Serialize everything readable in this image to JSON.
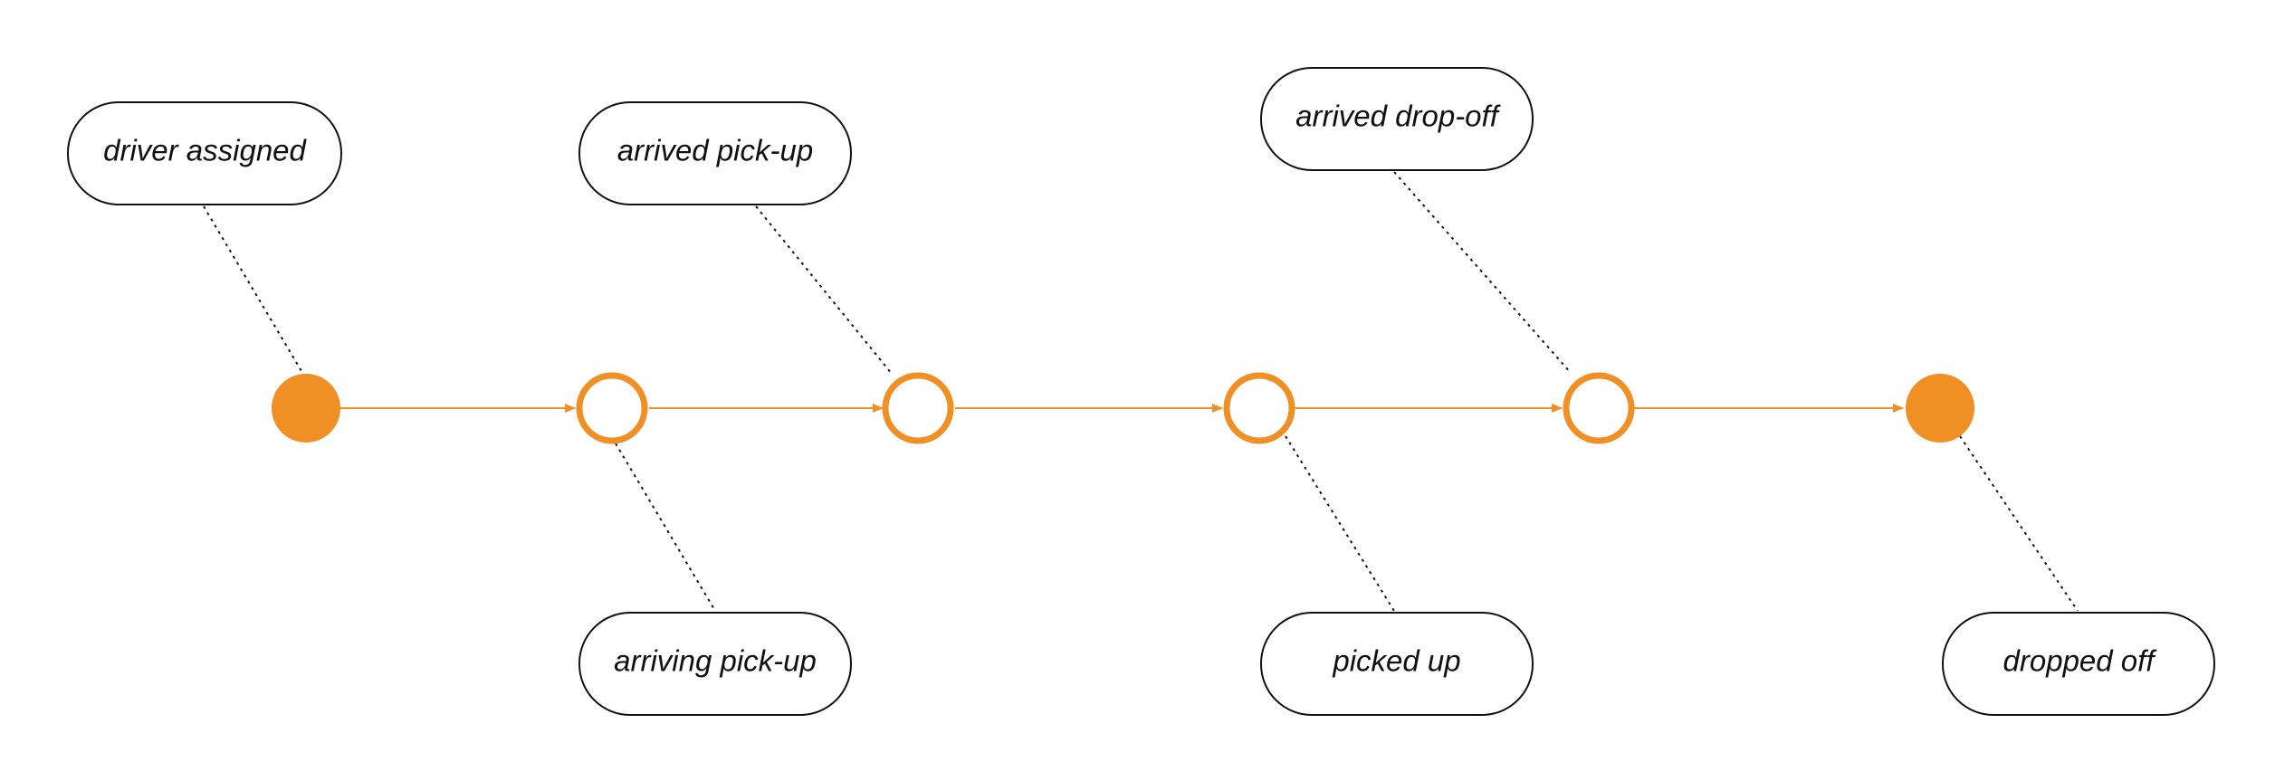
{
  "diagram": {
    "colors": {
      "accent": "#ef8f24",
      "outline": "#111111",
      "background": "#ffffff"
    },
    "states": [
      {
        "id": "s1",
        "kind": "filled"
      },
      {
        "id": "s2",
        "kind": "hollow"
      },
      {
        "id": "s3",
        "kind": "hollow"
      },
      {
        "id": "s4",
        "kind": "hollow"
      },
      {
        "id": "s5",
        "kind": "hollow"
      },
      {
        "id": "s6",
        "kind": "filled"
      }
    ],
    "transitions": [
      {
        "from": "s1",
        "to": "s2"
      },
      {
        "from": "s2",
        "to": "s3"
      },
      {
        "from": "s3",
        "to": "s4"
      },
      {
        "from": "s4",
        "to": "s5"
      },
      {
        "from": "s5",
        "to": "s6"
      }
    ],
    "labels": [
      {
        "id": "driver-assigned",
        "text": "driver assigned",
        "state": "s1"
      },
      {
        "id": "arriving-pick-up",
        "text": "arriving pick-up",
        "state": "s2"
      },
      {
        "id": "arrived-pick-up",
        "text": "arrived pick-up",
        "state": "s3"
      },
      {
        "id": "picked-up",
        "text": "picked up",
        "state": "s4"
      },
      {
        "id": "arrived-drop-off",
        "text": "arrived drop-off",
        "state": "s5"
      },
      {
        "id": "dropped-off",
        "text": "dropped off",
        "state": "s6"
      }
    ]
  }
}
